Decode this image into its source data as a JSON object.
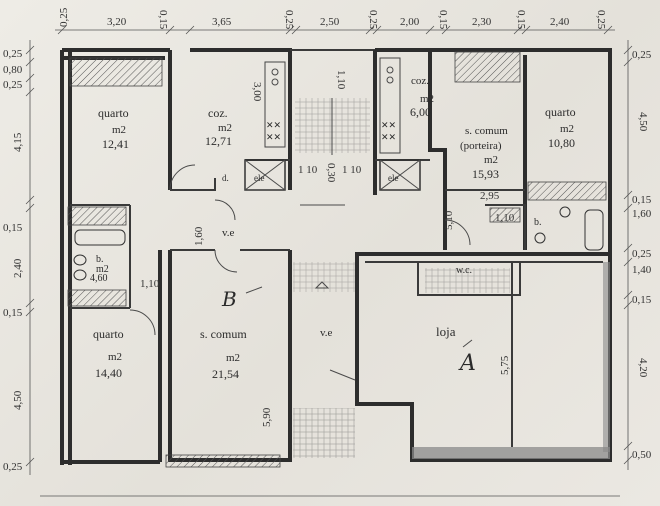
{
  "dimensions": {
    "top": [
      "0,25",
      "3,20",
      "0,15",
      "3,65",
      "0,25",
      "2,50",
      "0,25",
      "2,00",
      "0,15",
      "2,30",
      "0,15",
      "2,40",
      "0,25"
    ],
    "left": [
      "0,25",
      "0,80",
      "0,25",
      "4,15",
      "0,15",
      "2,40",
      "0,15",
      "4,50",
      "0,25"
    ],
    "right": [
      "0,25",
      "4,50",
      "0,15",
      "1,60",
      "0,25",
      "1,40",
      "0,15",
      "4,20",
      "0,50"
    ],
    "inner": [
      "1,10",
      "3,00",
      "1 10",
      "0,30",
      "1 10",
      "1,60",
      "1,10",
      "2,95",
      "5,10",
      "1,10",
      "5,75",
      "5,90"
    ]
  },
  "rooms": {
    "quarto_top_left": {
      "name": "quarto",
      "area_label": "m2",
      "area": "12,41"
    },
    "cozinha_left": {
      "name": "coz.",
      "area_label": "m2",
      "area": "12,71"
    },
    "cozinha_right": {
      "name": "coz.",
      "area_label": "m2",
      "area": "6,00"
    },
    "sala_portaria": {
      "name": "s. comum",
      "sub": "(porteira)",
      "area_label": "m2",
      "area": "15,93"
    },
    "quarto_top_right": {
      "name": "quarto",
      "area_label": "m2",
      "area": "10,80"
    },
    "bath_left": {
      "name": "b.",
      "area_label": "m2",
      "area": "4,60"
    },
    "quarto_bottom_left": {
      "name": "quarto",
      "area_label": "m2",
      "area": "14,40"
    },
    "sala_comum_b": {
      "name": "s. comum",
      "area_label": "m2",
      "area": "21,54"
    },
    "vestibule_mid": {
      "name": "v.e"
    },
    "vestibule_low": {
      "name": "v.e"
    },
    "loja": {
      "name": "loja"
    },
    "wc": {
      "name": "w.c."
    },
    "bath_right": {
      "name": "b."
    },
    "lift_left": {
      "name": "ele"
    },
    "lift_right": {
      "name": "ele"
    },
    "d_mark": {
      "name": "d."
    }
  },
  "units": {
    "b": "B",
    "a": "A"
  }
}
